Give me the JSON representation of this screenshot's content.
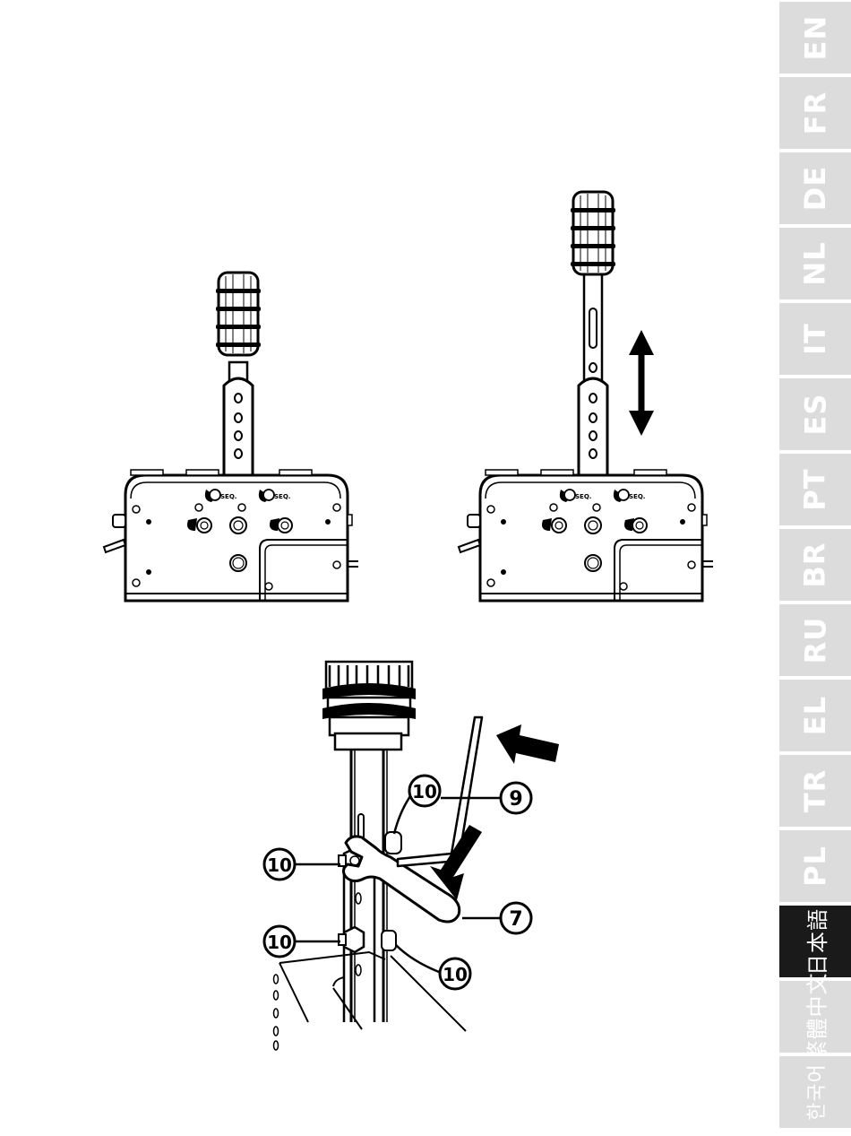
{
  "language_tabs": [
    {
      "code": "EN",
      "active": false
    },
    {
      "code": "FR",
      "active": false
    },
    {
      "code": "DE",
      "active": false
    },
    {
      "code": "NL",
      "active": false
    },
    {
      "code": "IT",
      "active": false
    },
    {
      "code": "ES",
      "active": false
    },
    {
      "code": "PT",
      "active": false
    },
    {
      "code": "BR",
      "active": false
    },
    {
      "code": "RU",
      "active": false
    },
    {
      "code": "EL",
      "active": false
    },
    {
      "code": "TR",
      "active": false
    },
    {
      "code": "PL",
      "active": false
    },
    {
      "code": "日本語",
      "active": true
    },
    {
      "code": "繁體中文",
      "active": false
    },
    {
      "code": "한국어",
      "active": false
    }
  ],
  "colors": {
    "tab_inactive": "#dcdcdc",
    "tab_active": "#1a1a1a",
    "tab_text": "#ffffff",
    "ink": "#000000"
  },
  "figure_left": {
    "port_labels": [
      "SEQ.",
      "SEQ."
    ]
  },
  "figure_right": {
    "port_labels": [
      "SEQ.",
      "SEQ."
    ]
  },
  "figure_bottom": {
    "callouts": {
      "hex_key": "9",
      "wrench": "7",
      "top_screw": "10",
      "upper_nut": "10",
      "lower_nut": "10",
      "lower_screw": "10"
    }
  }
}
